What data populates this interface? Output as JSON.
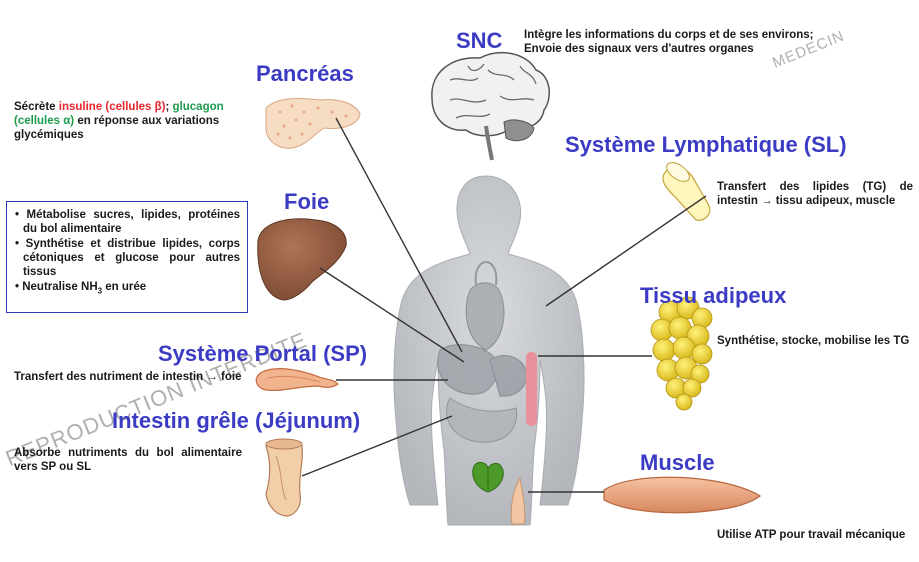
{
  "organs": {
    "snc": {
      "title": "SNC",
      "desc_line1": "Intègre les informations du corps et de ses environs;",
      "desc_line2": "Envoie des signaux vers d'autres organes"
    },
    "pancreas": {
      "title": "Pancréas",
      "desc_prefix": "Sécrète ",
      "insuline": "insuline (cellules β)",
      "sep": ";",
      "glucagon": "glucagon (cellules α)",
      "desc_suffix": " en réponse aux variations glycémiques"
    },
    "lymph": {
      "title": "Système Lymphatique (SL)",
      "desc": "Transfert des lipides (TG) de intestin → tissu adipeux, muscle"
    },
    "foie": {
      "title": "Foie",
      "items": [
        "• Métabolise sucres, lipides, protéines du bol alimentaire",
        "• Synthétise et distribue lipides, corps cétoniques et glucose pour autres tissus"
      ],
      "item3_prefix": "• Neutralise NH",
      "item3_sub": "3",
      "item3_suffix": " en urée"
    },
    "adipeux": {
      "title": "Tissu adipeux",
      "desc": "Synthétise, stocke, mobilise les TG"
    },
    "portal": {
      "title": "Système Portal (SP)",
      "desc": "Transfert des nutriment de intestin → foie"
    },
    "intestin": {
      "title": "Intestin grêle (Jéjunum)",
      "desc": "Absorbe nutriments du bol alimentaire vers SP ou SL"
    },
    "muscle": {
      "title": "Muscle",
      "desc": "Utilise ATP pour travail mécanique"
    }
  },
  "watermarks": {
    "bottom_left": "REPRODUCTION INTERDITE",
    "top_right": "MEDECIN"
  },
  "colors": {
    "title": "#3b3bc4",
    "insuline": "#e8262b",
    "glucagon": "#1e9c4e",
    "box_border": "#2d3bb8",
    "body": "#c9cbcf"
  }
}
